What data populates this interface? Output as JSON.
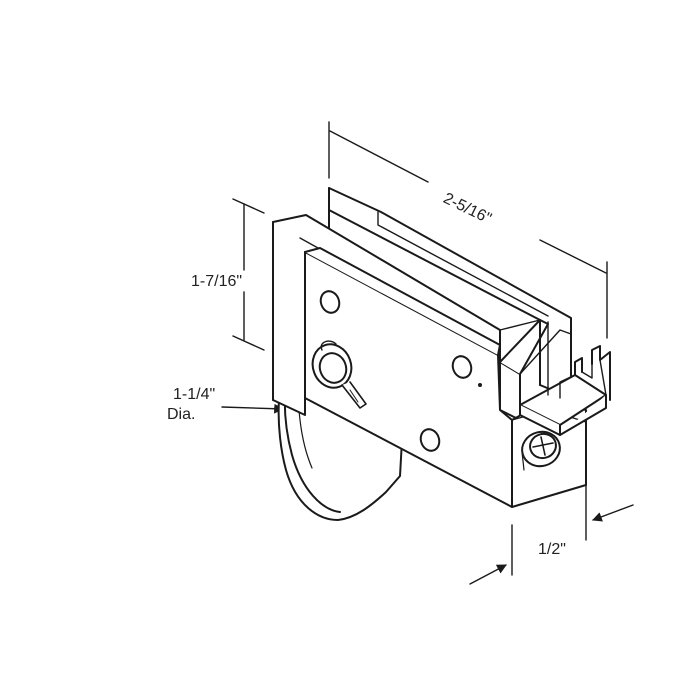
{
  "dimensions": {
    "length": "2-5/16\"",
    "height": "1-7/16\"",
    "wheel_diameter": "1-1/4\"",
    "wheel_diameter_suffix": "Dia.",
    "width": "1/2\""
  },
  "colors": {
    "stroke": "#1a1a1a",
    "fill": "#ffffff",
    "hatch": "#444444"
  }
}
